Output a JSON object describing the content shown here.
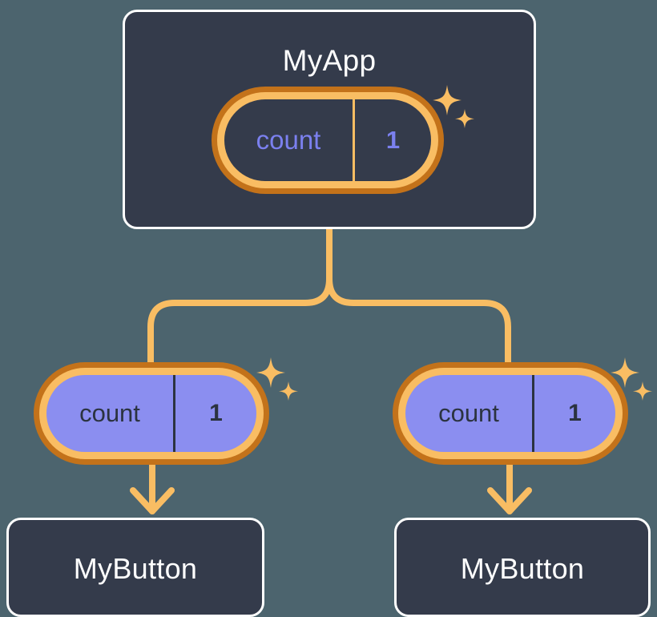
{
  "diagram": {
    "title": "MyApp component tree with shared count state",
    "background_color": "#4c646e",
    "accent_orange_dark": "#c3721a",
    "accent_orange_light": "#f9bd63",
    "state_purple": "#8b8ef0",
    "text_purple": "#7b80ef",
    "card_background": "#343b4b",
    "card_border": "#ffffff"
  },
  "nodes": {
    "root": {
      "label": "MyApp",
      "state": {
        "key": "count",
        "value": "1"
      },
      "sparkle": "sparkle-icon"
    },
    "children": [
      {
        "label": "MyButton",
        "state": {
          "key": "count",
          "value": "1"
        },
        "sparkle": "sparkle-icon"
      },
      {
        "label": "MyButton",
        "state": {
          "key": "count",
          "value": "1"
        },
        "sparkle": "sparkle-icon"
      }
    ]
  }
}
